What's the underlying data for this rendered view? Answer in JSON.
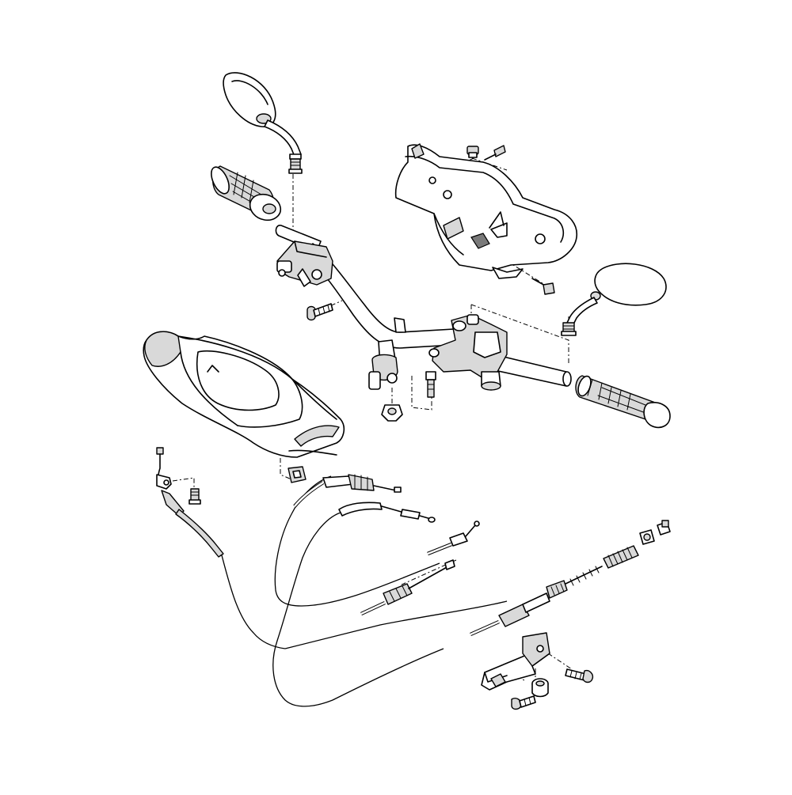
{
  "diagram": {
    "parts": [
      {
        "id": "left-mirror",
        "icon": "mirror-icon"
      },
      {
        "id": "right-mirror",
        "icon": "mirror-icon"
      },
      {
        "id": "left-grip",
        "icon": "grip-icon"
      },
      {
        "id": "right-grip",
        "icon": "grip-icon"
      },
      {
        "id": "handlebar",
        "icon": "handlebar-icon"
      },
      {
        "id": "rear-handlebar-cover",
        "icon": "cover-icon"
      },
      {
        "id": "front-handlebar-cover",
        "icon": "cover-icon"
      },
      {
        "id": "throttle-cable",
        "icon": "cable-icon"
      },
      {
        "id": "brake-cable",
        "icon": "cable-icon"
      },
      {
        "id": "speedometer-cable",
        "icon": "cable-icon"
      },
      {
        "id": "cable-bracket",
        "icon": "bracket-icon"
      }
    ],
    "colors": {
      "line": "#000000",
      "shade": "#d9d9d9",
      "dark": "#7a7a7a",
      "background": "#ffffff"
    }
  }
}
